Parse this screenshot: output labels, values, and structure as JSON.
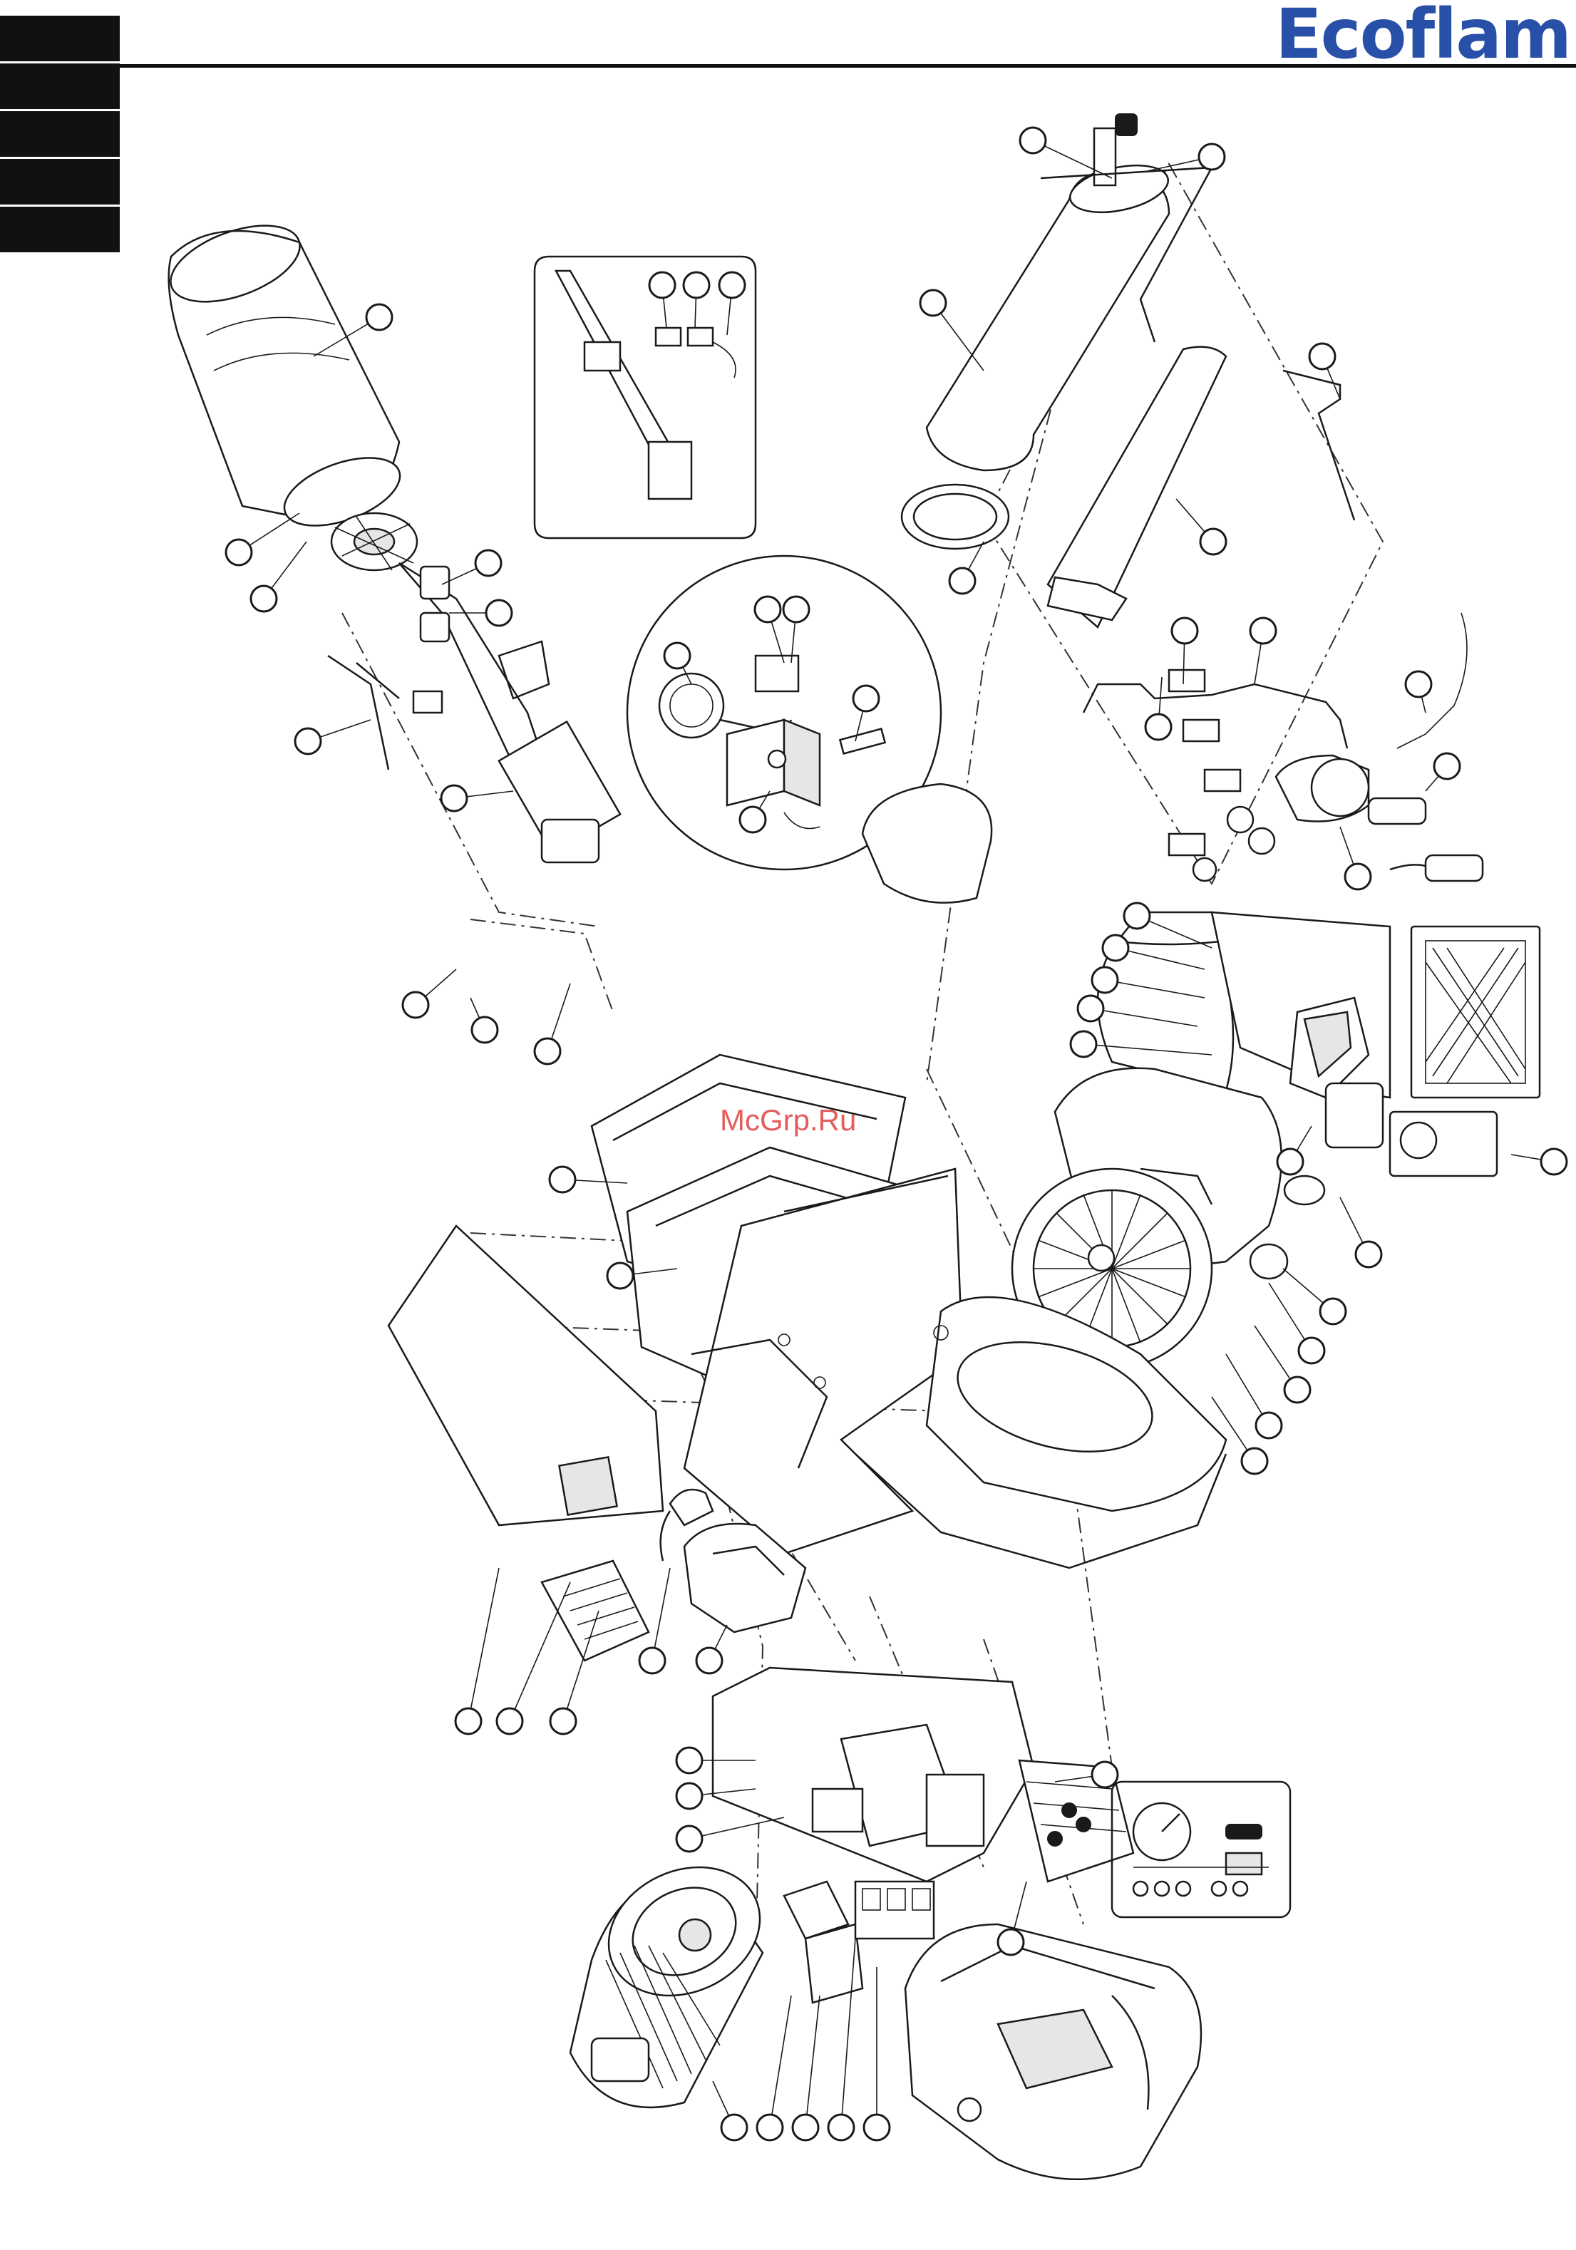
{
  "header": {
    "brand": "Ecoflam",
    "tab_count": 5
  },
  "watermark": "McGrp.Ru",
  "colors": {
    "brand": "#2850a8",
    "ink": "#1a1a1a",
    "watermark": "#e04040"
  },
  "callout_count": 60
}
